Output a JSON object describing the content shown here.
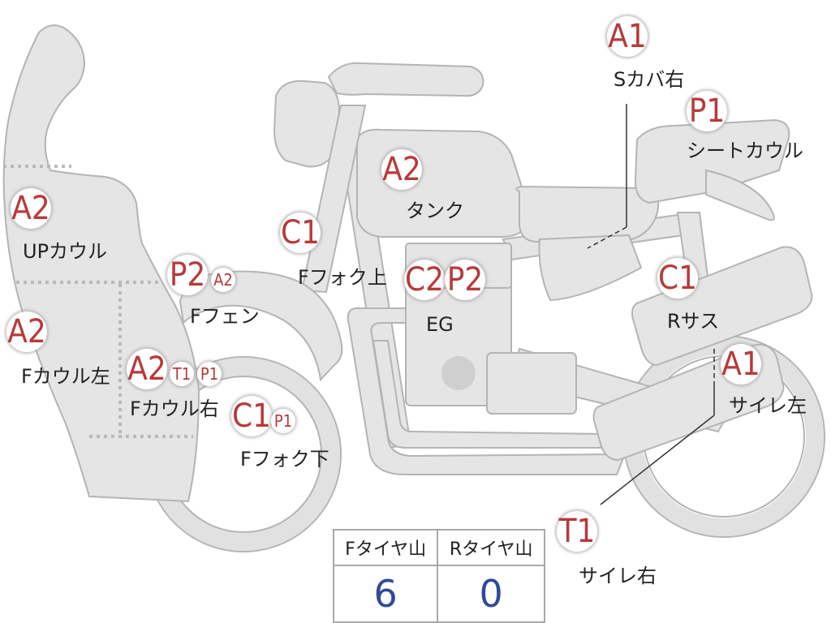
{
  "parts": {
    "s_cover_right": {
      "grade": "A1",
      "label": "Sカバ右"
    },
    "seat_cowl": {
      "grade": "P1",
      "label": "シートカウル"
    },
    "tank": {
      "grade": "A2",
      "label": "タンク"
    },
    "front_fork_upper": {
      "grade": "C1",
      "label": "Fフォク上"
    },
    "upper_cowl": {
      "grade": "A2",
      "label": "UPカウル"
    },
    "front_fender": {
      "grades": [
        "P2",
        "A2"
      ],
      "label": "Fフェン"
    },
    "engine": {
      "grades": [
        "C2",
        "P2"
      ],
      "label": "EG"
    },
    "rear_suspension": {
      "grade": "C1",
      "label": "Rサス"
    },
    "cowl_left": {
      "grade": "A2",
      "label": "Fカウル左"
    },
    "cowl_right": {
      "grades": [
        "A2",
        "T1",
        "P1"
      ],
      "label": "Fカウル右"
    },
    "muffler_left": {
      "grade": "A1",
      "label": "サイレ左"
    },
    "front_fork_lower": {
      "grades": [
        "C1",
        "P1"
      ],
      "label": "Fフォク下"
    },
    "muffler_right": {
      "grade": "T1",
      "label": "サイレ右"
    }
  },
  "tread_table": {
    "front_header": "Fタイヤ山",
    "rear_header": "Rタイヤ山",
    "front_value": "6",
    "rear_value": "0"
  },
  "colors": {
    "grade_text": "#b73a3a",
    "body_fill": "#e5e5e5",
    "tread_value": "#2f4a9a"
  }
}
